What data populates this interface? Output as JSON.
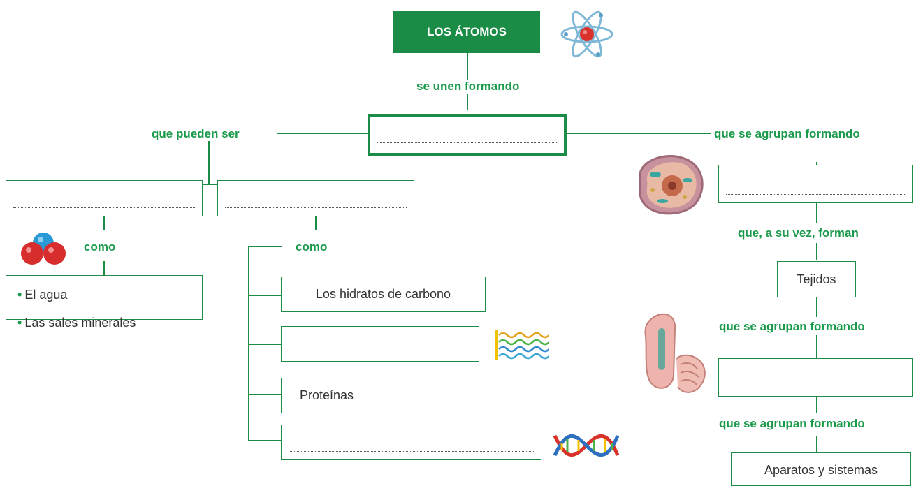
{
  "title": "LOS ÁTOMOS",
  "connectors": {
    "se_unen_formando": "se unen formando",
    "que_pueden_ser": "que pueden ser",
    "que_se_agrupan_formando_1": "que se agrupan formando",
    "como_left": "como",
    "como_right": "como",
    "que_a_su_vez_forman": "que, a su vez, forman",
    "que_se_agrupan_formando_2": "que se agrupan formando",
    "que_se_agrupan_formando_3": "que se agrupan formando"
  },
  "inorganic_examples": [
    "El agua",
    "Las sales minerales"
  ],
  "organic_examples": {
    "item1": "Los hidratos de carbono",
    "item3": "Proteínas"
  },
  "right_chain": {
    "tissues": "Tejidos",
    "systems": "Aparatos y sistemas"
  },
  "icons": [
    "atom-icon",
    "water-molecule-icon",
    "cell-icon",
    "lipid-chains-icon",
    "dna-icon",
    "organ-icon"
  ],
  "colors": {
    "accent": "#1a8c45",
    "label": "#1a9a4a"
  }
}
